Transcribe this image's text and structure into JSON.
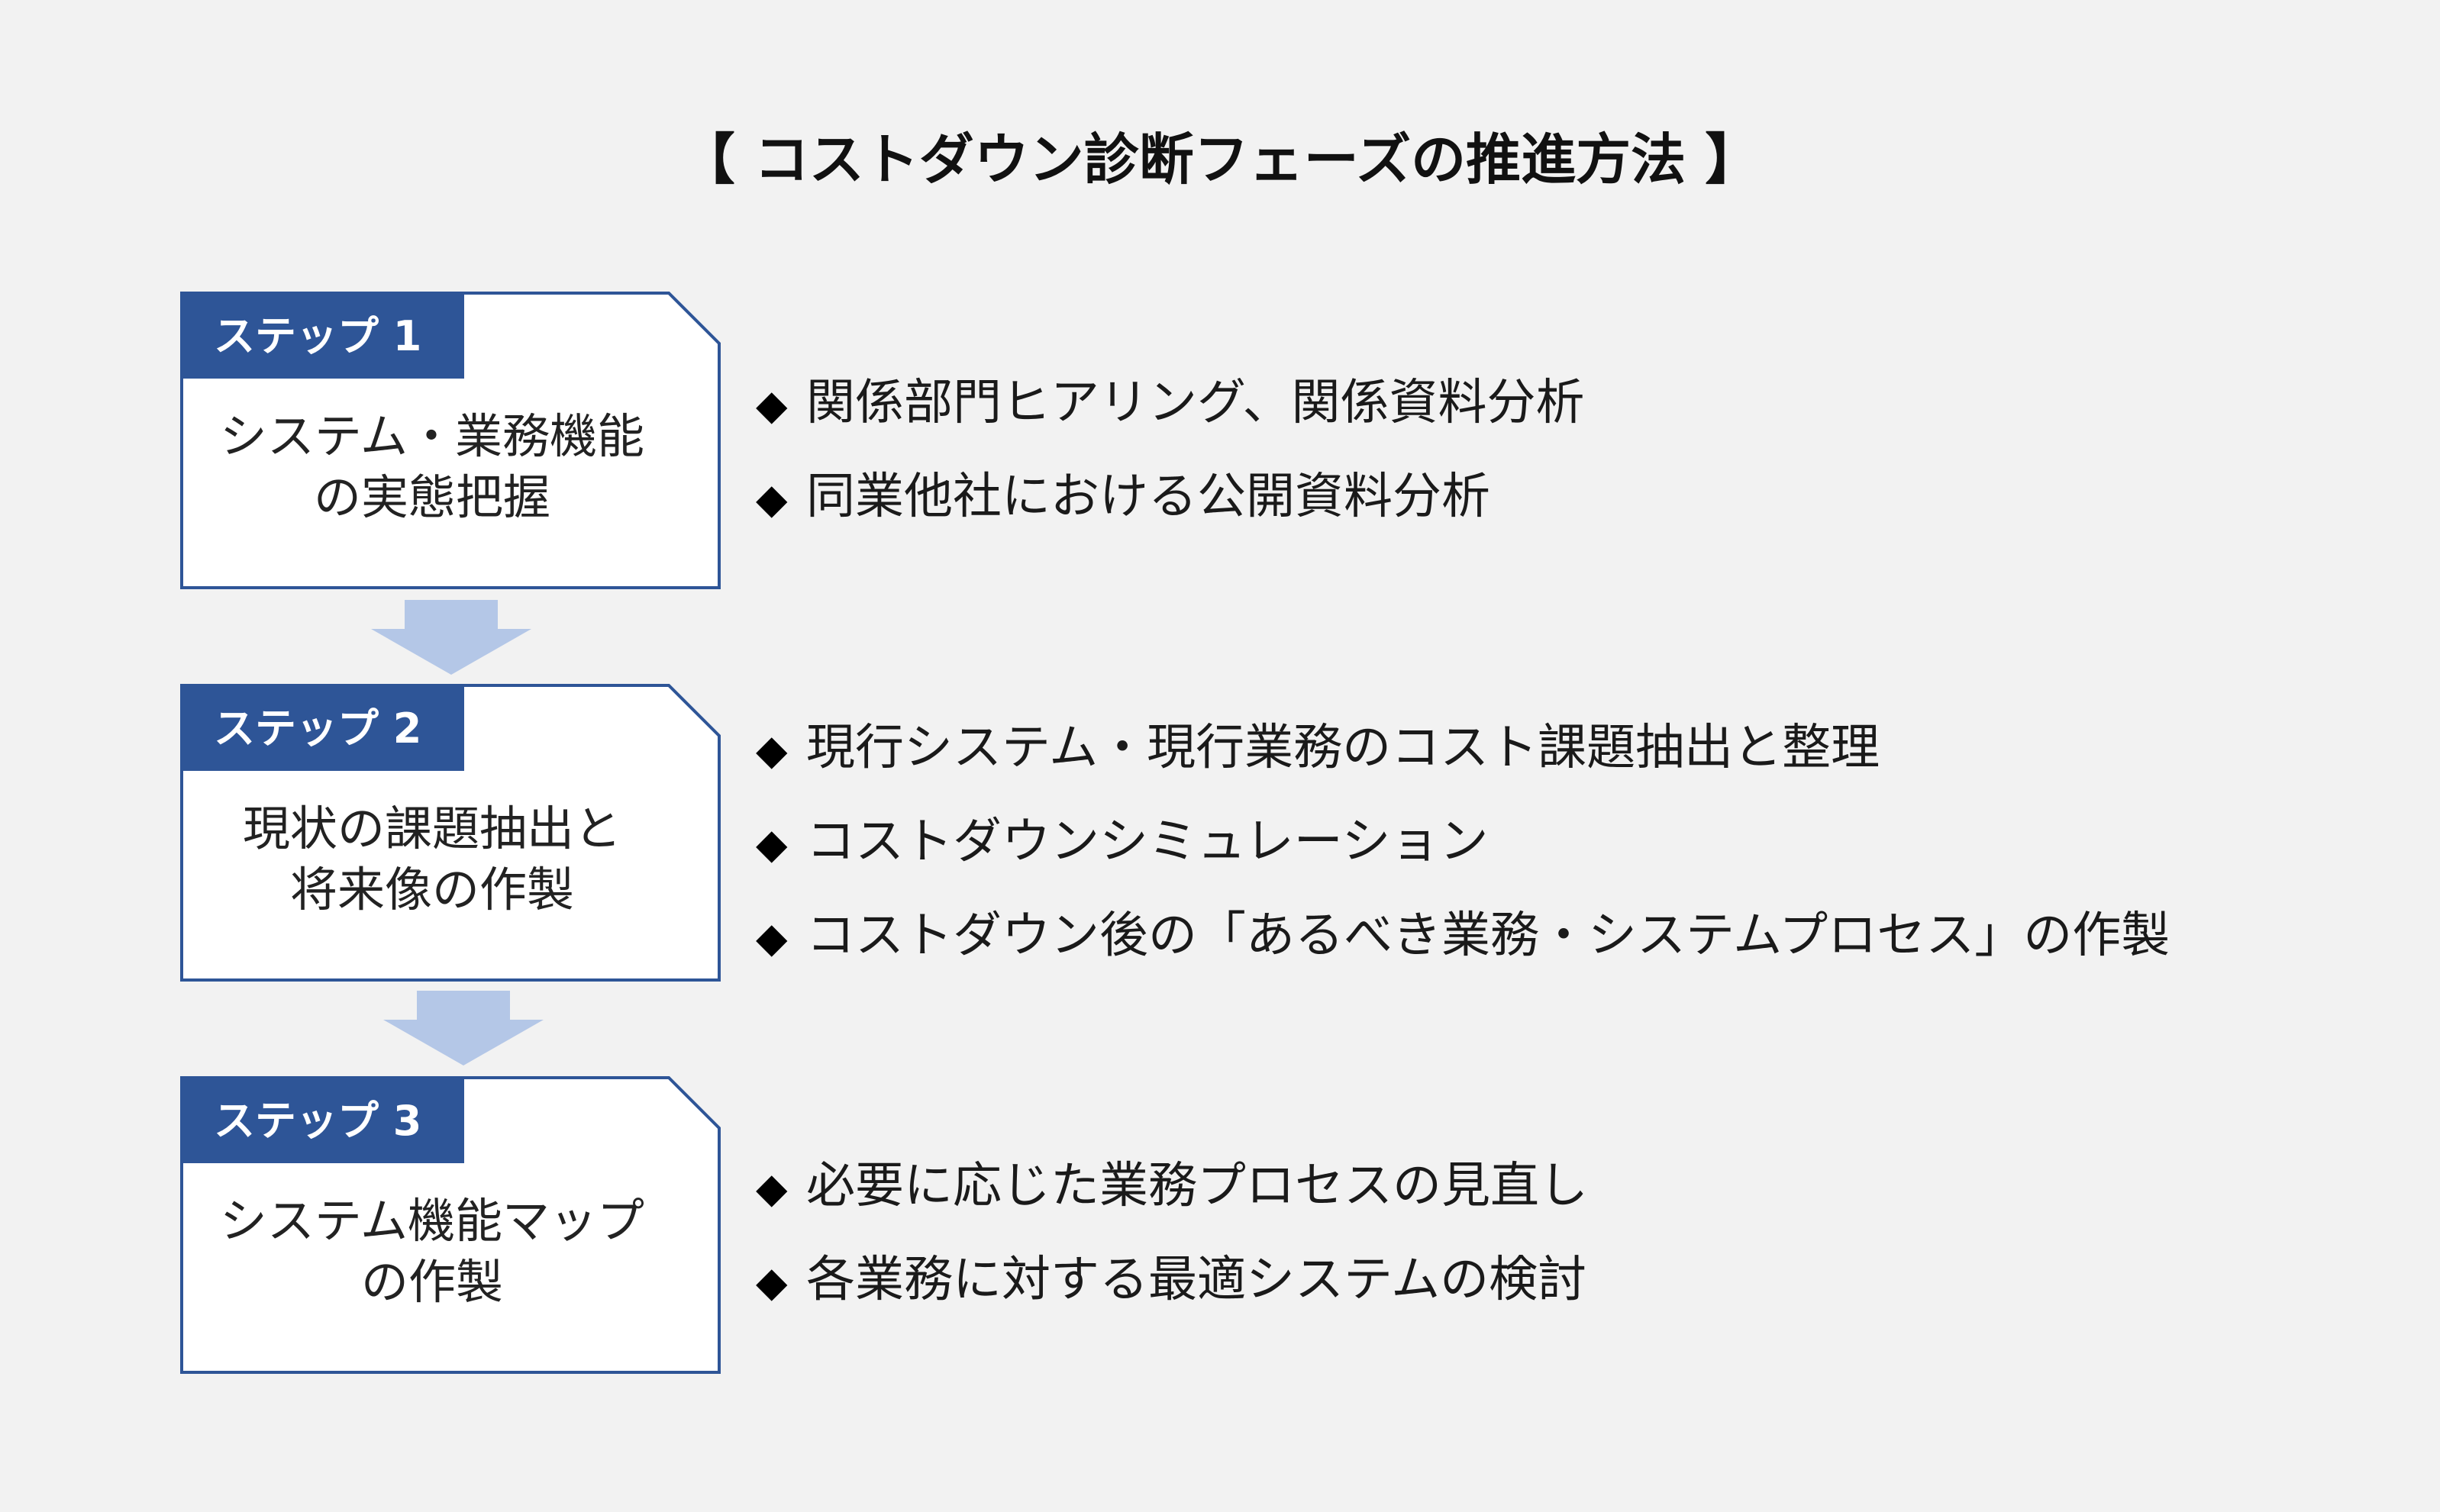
{
  "title": "【 コストダウン診断フェーズの推進方法 】",
  "steps": [
    {
      "tag": "ステップ 1",
      "lines": [
        "システム・業務機能",
        "の実態把握"
      ],
      "bullets": [
        "関係部門ヒアリング、関係資料分析",
        "同業他社における公開資料分析"
      ]
    },
    {
      "tag": "ステップ 2",
      "lines": [
        "現状の課題抽出と",
        "将来像の作製"
      ],
      "bullets": [
        "現行システム・現行業務のコスト課題抽出と整理",
        "コストダウンシミュレーション",
        "コストダウン後の「あるべき業務・システムプロセス」の作製"
      ]
    },
    {
      "tag": "ステップ 3",
      "lines": [
        "システム機能マップ",
        "の作製"
      ],
      "bullets": [
        "必要に応じた業務プロセスの見直し",
        "各業務に対する最適システムの検討"
      ]
    }
  ],
  "bullet_mark": "◆",
  "colors": {
    "background": "#f2f2f2",
    "tag_fill": "#2e5597",
    "box_border": "#2e5597",
    "arrow_fill": "#b4c7e7"
  },
  "icons": [
    "diamond-bullet-icon",
    "down-arrow-icon"
  ]
}
